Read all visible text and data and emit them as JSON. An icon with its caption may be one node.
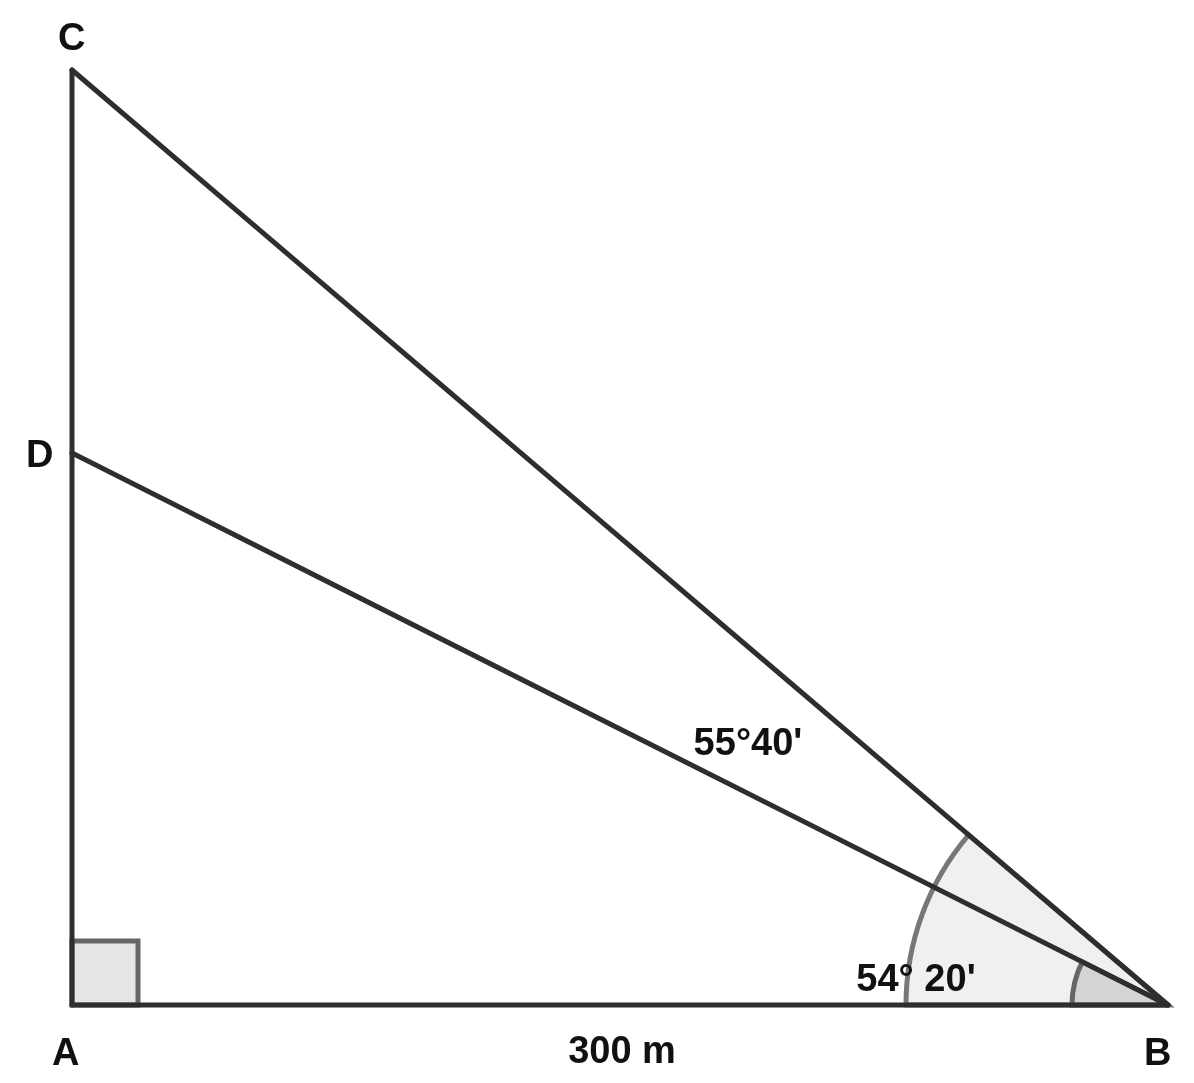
{
  "diagram": {
    "nodes": [
      {
        "text": [
          "C"
        ]
      },
      {
        "text": [
          "D"
        ]
      },
      {
        "text": [
          "A"
        ]
      },
      {
        "text": [
          "B"
        ]
      }
    ],
    "edges": [
      {
        "from": 0,
        "to": 2,
        "arrow": "none"
      },
      {
        "from": 0,
        "to": 3,
        "arrow": "none"
      },
      {
        "from": 1,
        "to": 3,
        "arrow": "none"
      },
      {
        "from": 2,
        "to": 3,
        "arrow": "none"
      }
    ],
    "labels": [
      "55°40'",
      "54° 20'",
      "300 m"
    ]
  }
}
